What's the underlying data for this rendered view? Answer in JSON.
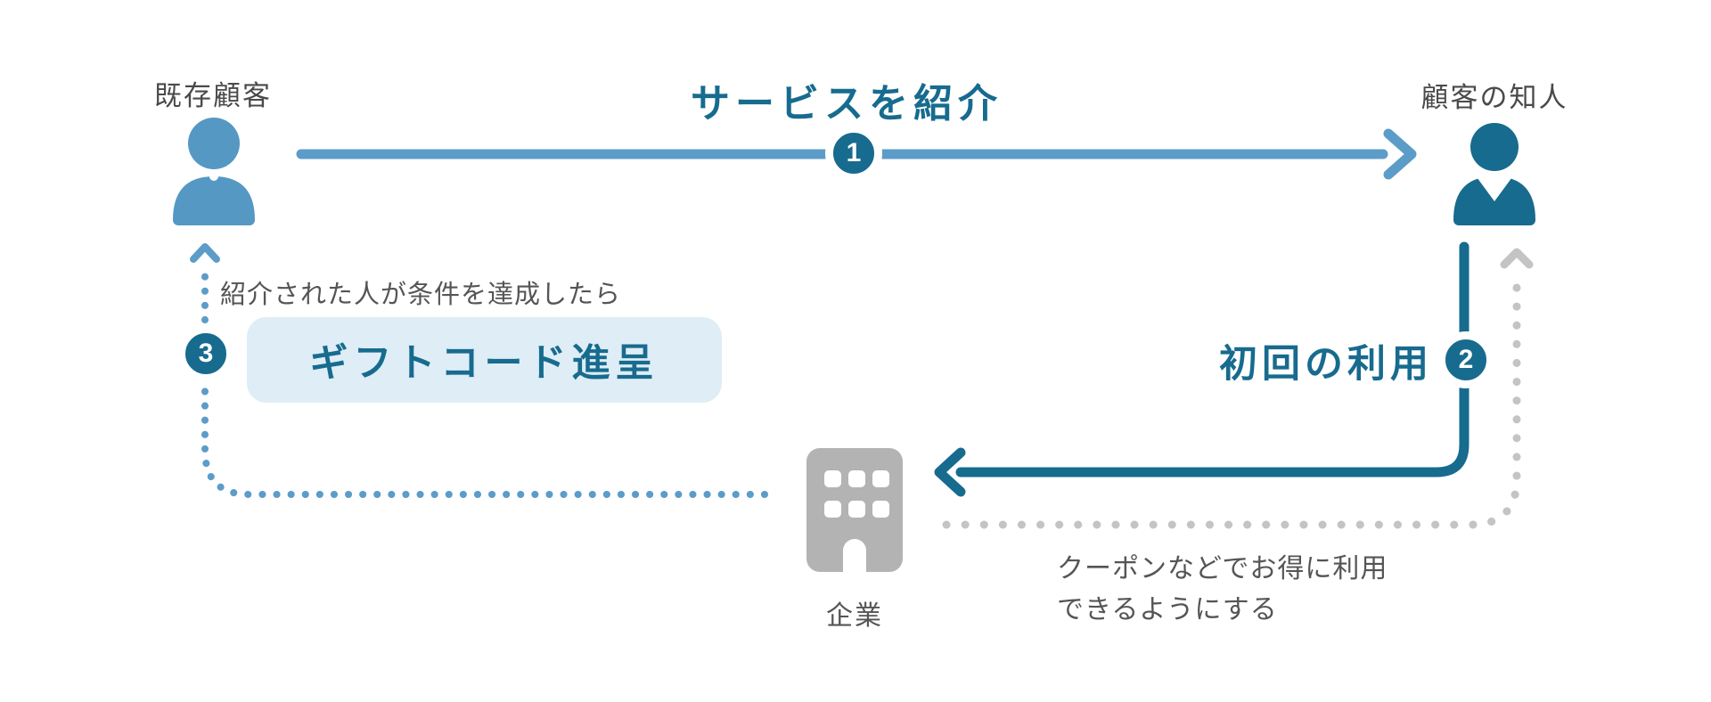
{
  "diagram": {
    "title_implicit": "referral-program-flow",
    "actors": {
      "existing_customer": "既存顧客",
      "friend": "顧客の知人",
      "company": "企業"
    },
    "steps": [
      {
        "number": "1",
        "label": "サービスを紹介"
      },
      {
        "number": "2",
        "label": "初回の利用"
      },
      {
        "number": "3",
        "condition": "紹介された人が条件を達成したら",
        "reward": "ギフトコード進呈"
      }
    ],
    "notes": {
      "coupon_line1": "クーポンなどでお得に利用",
      "coupon_line2": "できるようにする"
    },
    "colors": {
      "accent_dark": "#176B8E",
      "accent_light": "#5C9CC8",
      "person_light": "#5598C4",
      "reward_box_bg": "#DEEDF6",
      "company_gray": "#B3B3B3",
      "dotted_gray": "#C4C4C4",
      "label_gray": "#4a4a4a",
      "text_gray": "#555555",
      "white": "#ffffff"
    }
  }
}
